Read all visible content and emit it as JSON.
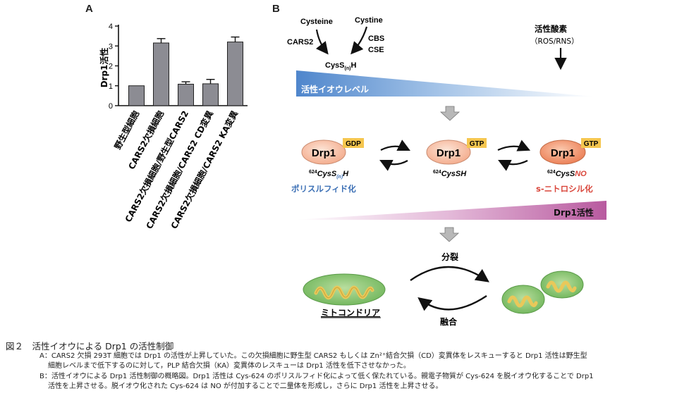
{
  "panel_a": {
    "letter": "A",
    "chart_data": {
      "type": "bar",
      "categories": [
        "野生型細胞",
        "CARS2欠損細胞",
        "CARS2欠損細胞/野生型CARS2",
        "CARS2欠損細胞/CARS2 CD変異",
        "CARS2欠損細胞/CARS2 KA変異"
      ],
      "values": [
        1.0,
        3.15,
        1.08,
        1.1,
        3.2
      ],
      "errors": [
        0,
        0.22,
        0.12,
        0.22,
        0.25
      ],
      "ylabel": "Drp1活性",
      "ylim": [
        0,
        4
      ],
      "yticks": [
        "0",
        "1",
        "2",
        "3",
        "4"
      ],
      "bar_color": "#8c8c93",
      "grid": false
    }
  },
  "panel_b": {
    "letter": "B",
    "cysteine": "Cysteine",
    "cystine": "Cystine",
    "cars2": "CARS2",
    "cbs": "CBS",
    "cse": "CSE",
    "cyss_main": "CysS",
    "cyss_sub": "(n)",
    "cyss_h": "H",
    "reactive": "活性酸素",
    "reactive_sub": "（ROS/RNS）",
    "sulfur_level": "活性イオウレベル",
    "drp1": "Drp1",
    "gdp": "GDP",
    "gtp": "GTP",
    "res_left_num": "624",
    "res_left_main": "CysS",
    "res_left_sub": "(n)",
    "res_left_h": "H",
    "res_mid_num": "624",
    "res_mid": "CysSH",
    "res_right_num": "624",
    "res_right_main": "CysS",
    "res_right_no": "NO",
    "polysulfide": "ポリスルフィド化",
    "nitrosylation": "s-ニトロシル化",
    "drp1_activity": "Drp1活性",
    "fission": "分裂",
    "fusion": "融合",
    "mitochondria": "ミトコンドリア",
    "colors": {
      "blue_gradient": "#5b8fcf",
      "pink_gradient": "#c06aa8",
      "drp1_fill": "#f5b49a",
      "drp1_active": "#ee8a62",
      "tag": "#f5c64f",
      "mito_outer": "#7fbf6a",
      "mito_inner": "#e9c85a",
      "blue_text": "#3b6fb5",
      "red_text": "#d9453a"
    }
  },
  "caption": {
    "title": "図２　活性イオウによる Drp1 の活性制御",
    "a_line1": "A：CARS2 欠損 293T 細胞では Drp1 の活性が上昇していた。この欠損細胞に野生型 CARS2 もしくは Zn²⁺結合欠損（CD）変異体をレスキューすると Drp1 活性は野生型",
    "a_line2": "細胞レベルまで低下するのに対して，PLP 結合欠損（KA）変異体のレスキューは Drp1 活性を低下させなかった。",
    "b_line1": "B：活性イオウによる Drp1 活性制御の概略図。Drp1 活性は Cys-624 のポリスルフィド化によって低く保たれている。親電子物質が Cys-624 を脱イオウ化することで Drp1",
    "b_line2": "活性を上昇させる。脱イオウ化された Cys-624 は NO が付加することで二量体を形成し，さらに Drp1 活性を上昇させる。"
  }
}
